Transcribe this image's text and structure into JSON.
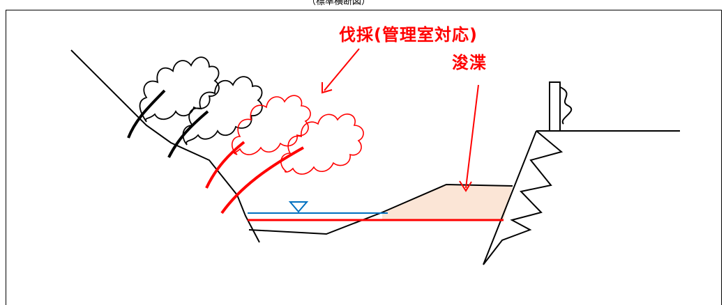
{
  "diagram": {
    "title": "（標準横断図）",
    "labels": {
      "cutting": "伐採(管理室対応)",
      "dredging": "浚渫"
    },
    "colors": {
      "annotation": "#ff0000",
      "water_line": "#0070c0",
      "sediment_fill": "#fbe5d6",
      "outline": "#000000"
    }
  }
}
